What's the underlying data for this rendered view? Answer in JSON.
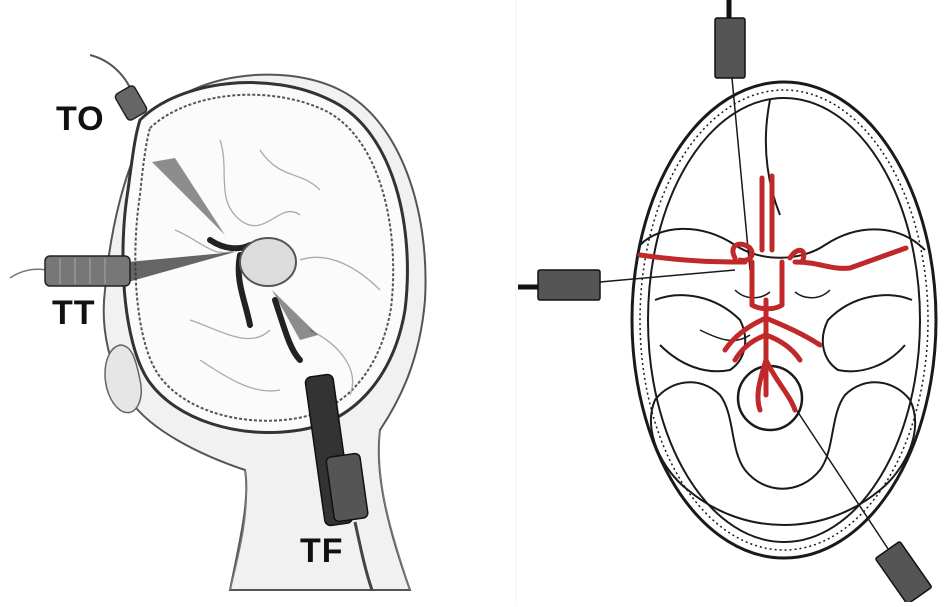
{
  "figure": {
    "left_panel": {
      "labels": {
        "to": "TO",
        "tt": "TT",
        "tf": "TF"
      }
    },
    "colors": {
      "artery_red": "#c0282a",
      "probe_gray": "#555555",
      "ink": "#1a1a1a"
    }
  }
}
